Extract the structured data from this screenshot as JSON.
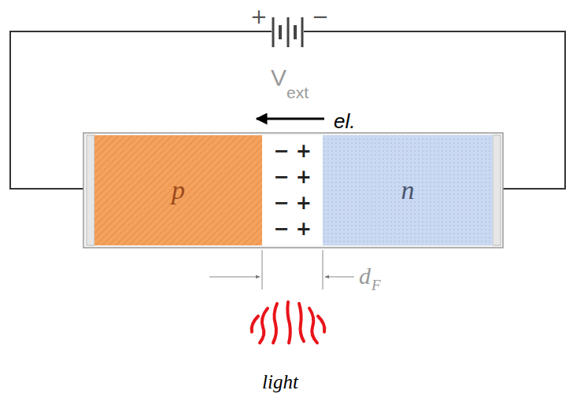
{
  "diagram": {
    "nodes": [
      {
        "text": [
          "p"
        ]
      },
      {
        "text": [
          "− +",
          "− +",
          "− +",
          "− +"
        ]
      },
      {
        "text": [
          "n"
        ]
      }
    ],
    "labels": [
      "+",
      "−",
      "V",
      "ext",
      "el.",
      "d",
      "F",
      "light"
    ]
  }
}
